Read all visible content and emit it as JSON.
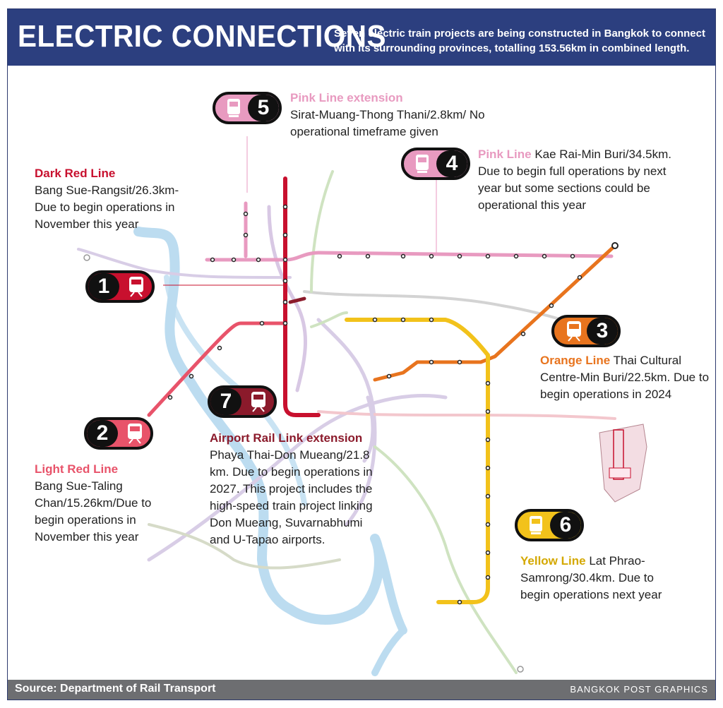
{
  "header": {
    "title": "ELECTRIC CONNECTIONS",
    "subtitle": "Seven electric train projects are being constructed in Bangkok to connect with its surrounding provinces, totalling 153.56km in combined length."
  },
  "footer": {
    "source": "Source: Department of Rail Transport",
    "credit": "BANGKOK POST GRAPHICS"
  },
  "colors": {
    "dark_red": "#c8102e",
    "light_red": "#e8536a",
    "pink": "#e89ac0",
    "orange": "#e8741e",
    "yellow": "#f2c21b",
    "airport": "#8b1a2b",
    "header_bg": "#2c3f7f",
    "footer_bg": "#6d6e71",
    "water": "#bcdcf0"
  },
  "lines": [
    {
      "id": "1",
      "name": "Dark Red Line",
      "desc": "Bang Sue-Rangsit/26.3km- Due to begin operations in November this year",
      "badge_icon": "train-icon"
    },
    {
      "id": "2",
      "name": "Light Red Line",
      "desc": "Bang Sue-Taling Chan/15.26km/Due to begin operations in November this year",
      "badge_icon": "train-icon"
    },
    {
      "id": "3",
      "name": "Orange Line",
      "desc": "Thai Cultural Centre-Min Buri/22.5km. Due to begin operations in 2024",
      "badge_icon": "train-icon"
    },
    {
      "id": "4",
      "name": "Pink Line",
      "desc": "Kae Rai-Min Buri/34.5km. Due to begin full operations by next year but some sections could be operational this year",
      "badge_icon": "monorail-icon"
    },
    {
      "id": "5",
      "name": "Pink Line extension",
      "desc": "Sirat-Muang-Thong Thani/2.8km/ No operational timeframe given",
      "badge_icon": "monorail-icon"
    },
    {
      "id": "6",
      "name": "Yellow Line",
      "desc": "Lat Phrao-Samrong/30.4km. Due to begin operations next year",
      "badge_icon": "monorail-icon"
    },
    {
      "id": "7",
      "name": "Airport Rail Link extension",
      "desc": "Phaya Thai-Don Mueang/21.8 km. Due to begin operations in 2027. This project includes the high-speed train project linking Don Mueang, Suvarnabhumi and U-Tapao airports.",
      "badge_icon": "train-icon"
    }
  ]
}
